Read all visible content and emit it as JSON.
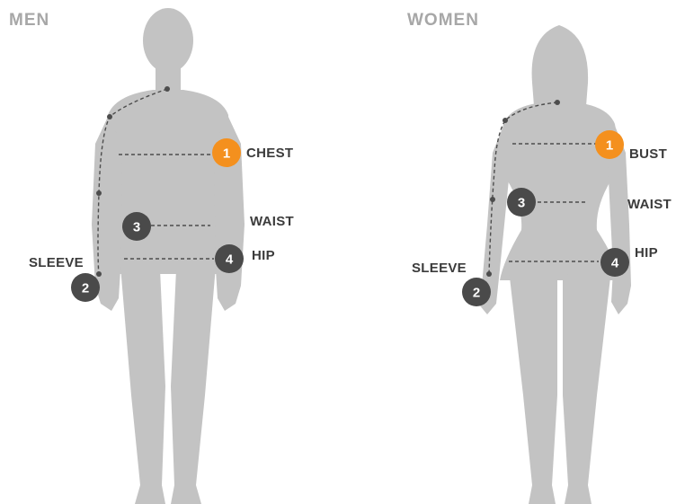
{
  "colors": {
    "silhouette": "#c3c3c3",
    "badge_dark": "#4a4a4a",
    "badge_accent": "#f4901e",
    "line": "#4d4d4d",
    "title": "#a7a7a7"
  },
  "men": {
    "title": "MEN",
    "labels": {
      "chest": "CHEST",
      "waist": "WAIST",
      "hip": "HIP",
      "sleeve": "SLEEVE"
    },
    "badges": {
      "chest": "1",
      "sleeve": "2",
      "waist": "3",
      "hip": "4"
    }
  },
  "women": {
    "title": "WOMEN",
    "labels": {
      "bust": "BUST",
      "waist": "WAIST",
      "hip": "HIP",
      "sleeve": "SLEEVE"
    },
    "badges": {
      "bust": "1",
      "sleeve": "2",
      "waist": "3",
      "hip": "4"
    }
  }
}
